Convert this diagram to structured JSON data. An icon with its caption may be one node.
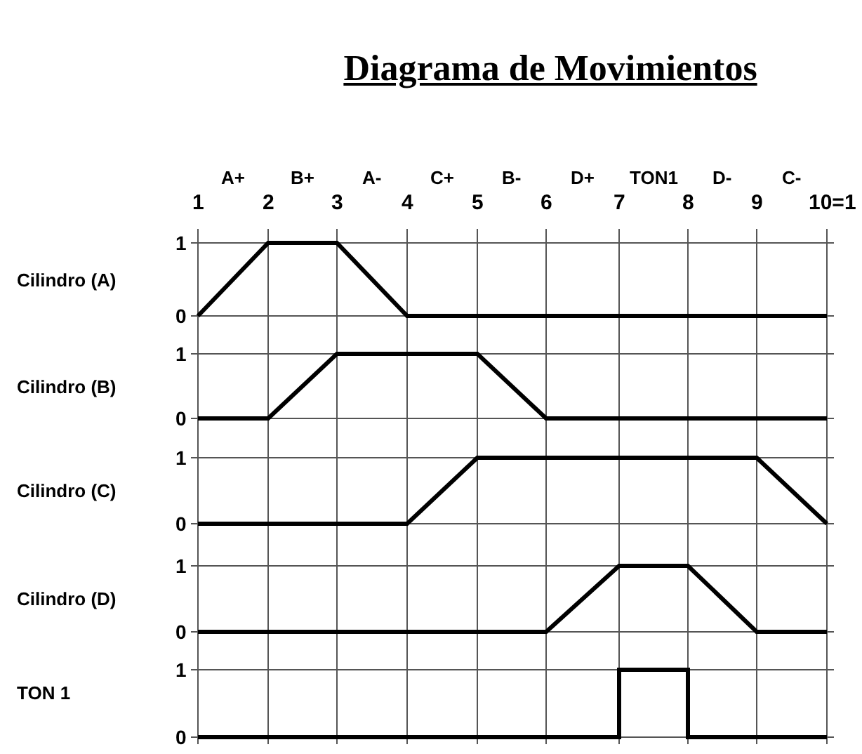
{
  "diagram": {
    "title": "Diagrama de Movimientos",
    "labels": [
      "A+",
      "B+",
      "A-",
      "C+",
      "B-",
      "D+",
      "TON1",
      "D-",
      "C-",
      "1",
      "2",
      "3",
      "4",
      "5",
      "6",
      "7",
      "8",
      "9",
      "10=1",
      "1",
      "Cilindro (A)",
      "0",
      "1",
      "Cilindro (B)",
      "0",
      "1",
      "Cilindro (C)",
      "0",
      "1",
      "Cilindro (D)",
      "0",
      "1",
      "TON 1",
      "0"
    ]
  }
}
